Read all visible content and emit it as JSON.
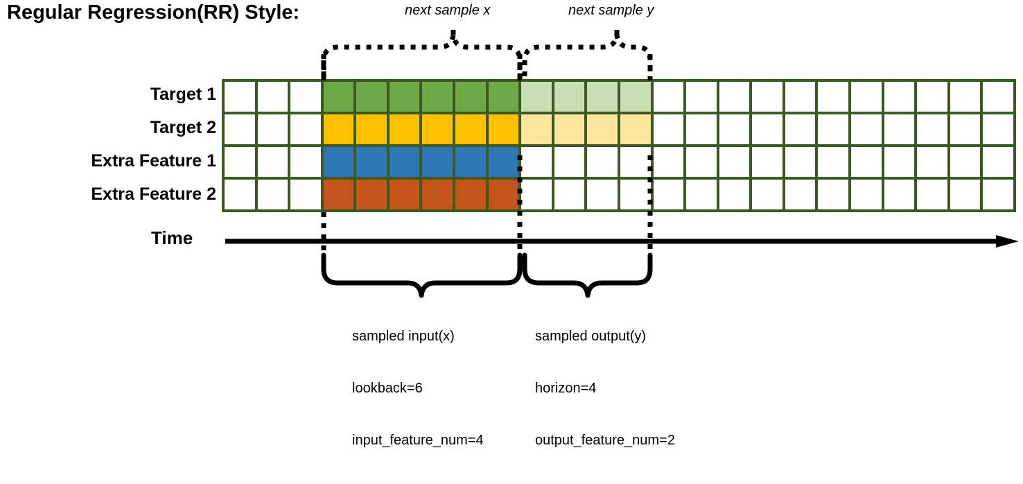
{
  "title": "Regular Regression(RR) Style:",
  "top_annotations": {
    "next_sample_x": "next sample x",
    "next_sample_y": "next sample y"
  },
  "rows": [
    {
      "label": "Target 1",
      "key": "target-1"
    },
    {
      "label": "Target 2",
      "key": "target-2"
    },
    {
      "label": "Extra Feature 1",
      "key": "extra-feature-1"
    },
    {
      "label": "Extra Feature 2",
      "key": "extra-feature-2"
    }
  ],
  "axis": {
    "label": "Time"
  },
  "captions": {
    "input": {
      "line1": "sampled input(x)",
      "line2": "lookback=6",
      "line3": "input_feature_num=4"
    },
    "output": {
      "line1": "sampled output(y)",
      "line2": "horizon=4",
      "line3": "output_feature_num=2"
    }
  },
  "colors": {
    "grid_border": "#3b5a22",
    "target_1": "#6faa49",
    "target_2": "#ffc100",
    "extra_feature_1": "#2d77b5",
    "extra_feature_2": "#c4541a",
    "target_1_light": "#c8dfb4",
    "target_2_light": "#fde59c",
    "empty": "#ffffff",
    "ink": "#000000"
  },
  "grid": {
    "columns": 24,
    "rows": 4,
    "lead_blank_columns": 3,
    "lookback_columns": 6,
    "horizon_columns": 4,
    "trailing_blank_columns": 11,
    "cells": [
      [
        "empty",
        "empty",
        "empty",
        "green",
        "green",
        "green",
        "green",
        "green",
        "green",
        "lgreen",
        "lgreen",
        "lgreen",
        "lgreen",
        "empty",
        "empty",
        "empty",
        "empty",
        "empty",
        "empty",
        "empty",
        "empty",
        "empty",
        "empty",
        "empty"
      ],
      [
        "empty",
        "empty",
        "empty",
        "gold",
        "gold",
        "gold",
        "gold",
        "gold",
        "gold",
        "lgold",
        "lgold",
        "lgold",
        "lgold",
        "empty",
        "empty",
        "empty",
        "empty",
        "empty",
        "empty",
        "empty",
        "empty",
        "empty",
        "empty",
        "empty"
      ],
      [
        "empty",
        "empty",
        "empty",
        "blue",
        "blue",
        "blue",
        "blue",
        "blue",
        "blue",
        "empty",
        "empty",
        "empty",
        "empty",
        "empty",
        "empty",
        "empty",
        "empty",
        "empty",
        "empty",
        "empty",
        "empty",
        "empty",
        "empty",
        "empty"
      ],
      [
        "empty",
        "empty",
        "empty",
        "orange",
        "orange",
        "orange",
        "orange",
        "orange",
        "orange",
        "empty",
        "empty",
        "empty",
        "empty",
        "empty",
        "empty",
        "empty",
        "empty",
        "empty",
        "empty",
        "empty",
        "empty",
        "empty",
        "empty",
        "empty"
      ]
    ]
  },
  "chart_data": {
    "type": "diagram",
    "title": "Regular Regression(RR) Style:",
    "series": [
      {
        "name": "Target 1",
        "input_cells": 6,
        "output_cells": 4
      },
      {
        "name": "Target 2",
        "input_cells": 6,
        "output_cells": 4
      },
      {
        "name": "Extra Feature 1",
        "input_cells": 6,
        "output_cells": 0
      },
      {
        "name": "Extra Feature 2",
        "input_cells": 6,
        "output_cells": 0
      }
    ],
    "lookback": 6,
    "horizon": 4,
    "input_feature_num": 4,
    "output_feature_num": 2
  }
}
